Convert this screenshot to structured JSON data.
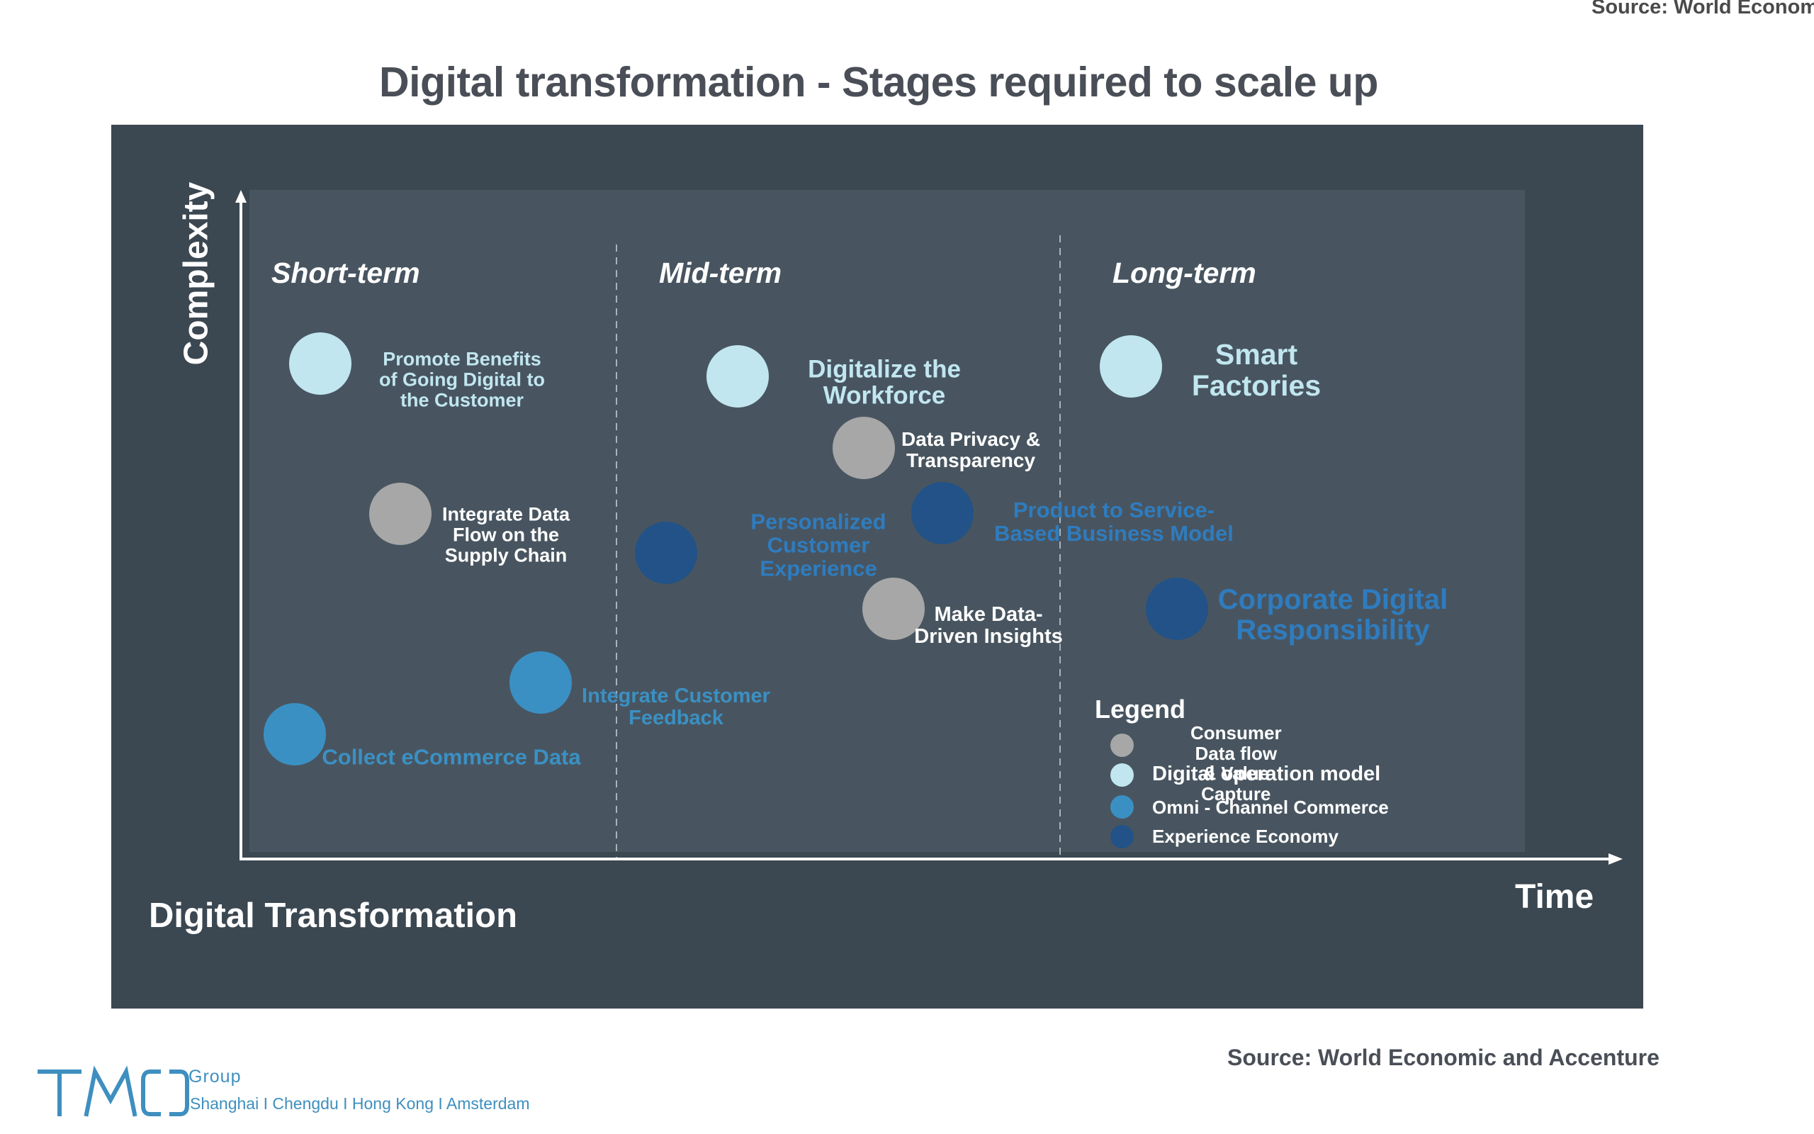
{
  "top_source_text": "Source: World Econom",
  "title": "Digital transformation - Stages required to scale up",
  "chart_data": {
    "type": "scatter",
    "title": "Digital transformation - Stages required to scale up",
    "xlabel": "Time",
    "ylabel": "Complexity",
    "corner_label": "Digital Transformation",
    "stages": [
      "Short-term",
      "Mid-term",
      "Long-term"
    ],
    "colors": {
      "Consumer Data flow & Value Capture": "#a7a7a7",
      "Digital operation model": "#c1e6ef",
      "Omni - Channel Commerce": "#3b90c3",
      "Experience Economy": "#225287"
    },
    "label_colors": {
      "Consumer Data flow & Value Capture": "#ffffff",
      "Digital operation model": "#c1e6ef",
      "Omni - Channel Commerce": "#3b90c3",
      "Experience Economy": "#2f7cbf"
    },
    "points": [
      {
        "label": "Promote Benefits\nof Going Digital to\nthe Customer",
        "category": "Digital operation model",
        "stage": "Short-term"
      },
      {
        "label": "Integrate Data\nFlow on the\nSupply Chain",
        "category": "Consumer Data flow & Value Capture",
        "stage": "Short-term"
      },
      {
        "label": "Integrate Customer\nFeedback",
        "category": "Omni - Channel Commerce",
        "stage": "Short-term"
      },
      {
        "label": "Collect eCommerce Data",
        "category": "Omni - Channel Commerce",
        "stage": "Short-term"
      },
      {
        "label": "Digitalize the\nWorkforce",
        "category": "Digital operation model",
        "stage": "Mid-term"
      },
      {
        "label": "Data Privacy  &\nTransparency",
        "category": "Consumer Data flow & Value Capture",
        "stage": "Mid-term"
      },
      {
        "label": "Personalized\nCustomer\nExperience",
        "category": "Experience Economy",
        "stage": "Mid-term"
      },
      {
        "label": "Product to Service-\nBased Business Model",
        "category": "Experience Economy",
        "stage": "Mid-term"
      },
      {
        "label": "Make Data-\nDriven Insights",
        "category": "Consumer Data flow & Value Capture",
        "stage": "Mid-term"
      },
      {
        "label": "Smart\nFactories",
        "category": "Digital operation model",
        "stage": "Long-term"
      },
      {
        "label": "Corporate Digital\nResponsibility",
        "category": "Experience Economy",
        "stage": "Long-term"
      }
    ],
    "legend": {
      "title": "Legend",
      "position": "bottom-right",
      "items": [
        {
          "label": "Consumer Data flow & Value\nCapture",
          "category": "Consumer Data flow & Value Capture"
        },
        {
          "label": "Digital operation model",
          "category": "Digital operation model"
        },
        {
          "label": "Omni - Channel Commerce",
          "category": "Omni - Channel Commerce"
        },
        {
          "label": "Experience Economy",
          "category": "Experience Economy"
        }
      ]
    }
  },
  "bottom_source": "Source: World Economic and Accenture",
  "logo": {
    "text": "TMO",
    "group": "Group",
    "cities": "Shanghai  I  Chengdu I Hong Kong  I  Amsterdam",
    "color": "#3e8fbf"
  }
}
